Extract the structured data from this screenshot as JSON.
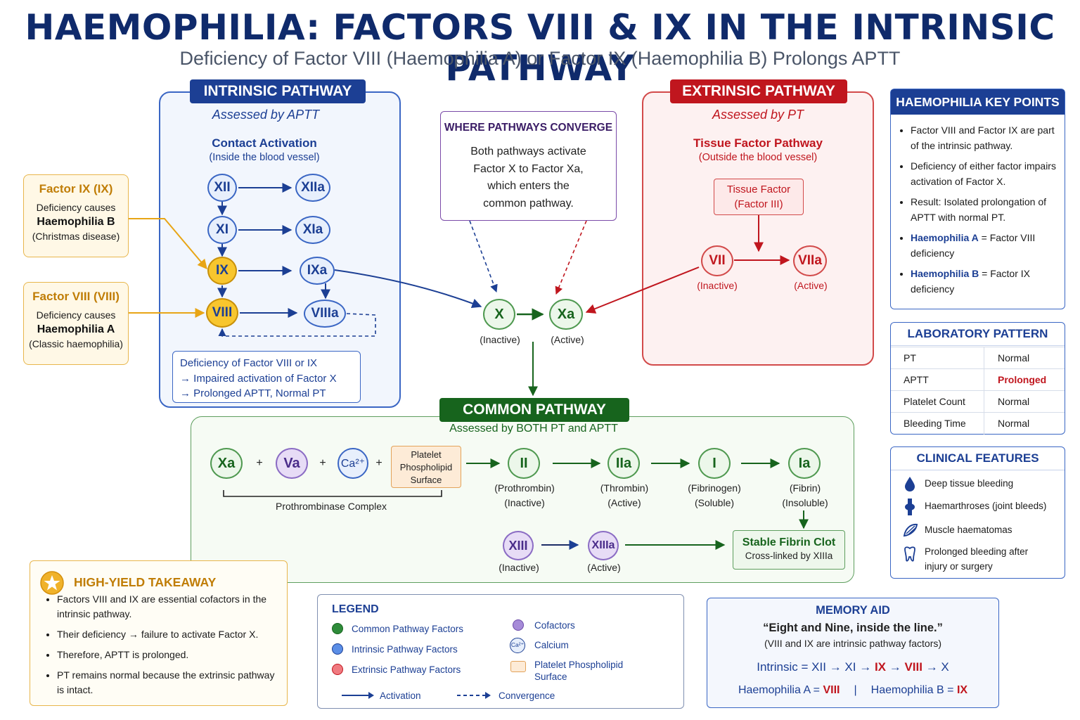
{
  "title": "HAEMOPHILIA: FACTORS VIII & IX IN THE INTRINSIC PATHWAY",
  "subtitle": "Deficiency of Factor VIII (Haemophilia A) or Factor IX (Haemophilia B) Prolongs APTT",
  "intrinsic": {
    "header": "INTRINSIC PATHWAY",
    "assessed": "Assessed by APTT",
    "section_title": "Contact Activation",
    "section_sub": "(Inside the blood vessel)",
    "nodes": [
      "XII",
      "XIIa",
      "XI",
      "XIa",
      "IX",
      "IXa",
      "VIII",
      "VIIIa"
    ],
    "deficiency_lines": [
      "Deficiency of Factor VIII or IX",
      "→ Impaired activation of Factor X",
      "→ Prolonged APTT, Normal PT"
    ]
  },
  "factor_ix_box": {
    "title": "Factor IX (IX)",
    "line1": "Deficiency causes",
    "line2": "Haemophilia B",
    "line3": "(Christmas disease)"
  },
  "factor_viii_box": {
    "title": "Factor VIII (VIII)",
    "line1": "Deficiency causes",
    "line2": "Haemophilia A",
    "line3": "(Classic haemophilia)"
  },
  "converge": {
    "title": "WHERE PATHWAYS CONVERGE",
    "lines": [
      "Both pathways activate",
      "Factor X to Factor Xa,",
      "which enters the",
      "common pathway."
    ]
  },
  "factor_x": {
    "inactive": "X",
    "active": "Xa",
    "inactive_label": "(Inactive)",
    "active_label": "(Active)"
  },
  "extrinsic": {
    "header": "EXTRINSIC PATHWAY",
    "assessed": "Assessed by PT",
    "section_title": "Tissue Factor Pathway",
    "section_sub": "(Outside the blood vessel)",
    "tissue_factor": [
      "Tissue Factor",
      "(Factor III)"
    ],
    "nodes": [
      "VII",
      "VIIa"
    ],
    "labels": [
      "(Inactive)",
      "(Active)"
    ]
  },
  "common": {
    "header": "COMMON PATHWAY",
    "assessed": "Assessed by BOTH PT and APTT",
    "complex_nodes": [
      "Xa",
      "Va",
      "Ca²⁺"
    ],
    "plus": "+",
    "platelet": [
      "Platelet",
      "Phospholipid",
      "Surface"
    ],
    "complex_label": "Prothrombinase Complex",
    "chain": [
      {
        "node": "II",
        "l1": "(Prothrombin)",
        "l2": "(Inactive)"
      },
      {
        "node": "IIa",
        "l1": "(Thrombin)",
        "l2": "(Active)"
      },
      {
        "node": "I",
        "l1": "(Fibrinogen)",
        "l2": "(Soluble)"
      },
      {
        "node": "Ia",
        "l1": "(Fibrin)",
        "l2": "(Insoluble)"
      }
    ],
    "xiii": {
      "inactive": "XIII",
      "active": "XIIIa",
      "inactive_label": "(Inactive)",
      "active_label": "(Active)"
    },
    "clot": {
      "title": "Stable Fibrin Clot",
      "sub": "Cross-linked by XIIIa"
    }
  },
  "key_points": {
    "header": "HAEMOPHILIA KEY POINTS",
    "items": [
      "Factor VIII and Factor IX are part of the intrinsic pathway.",
      "Deficiency of either factor impairs activation of Factor X.",
      "Result: Isolated prolongation of APTT with normal PT."
    ],
    "hA_label": "Haemophilia A",
    "hA_text": " = Factor VIII deficiency",
    "hB_label": "Haemophilia B",
    "hB_text": " = Factor IX deficiency"
  },
  "lab": {
    "header": "LABORATORY PATTERN",
    "rows": [
      {
        "test": "PT",
        "result": "Normal"
      },
      {
        "test": "APTT",
        "result": "Prolonged"
      },
      {
        "test": "Platelet Count",
        "result": "Normal"
      },
      {
        "test": "Bleeding Time",
        "result": "Normal"
      }
    ]
  },
  "clinical": {
    "header": "CLINICAL FEATURES",
    "items": [
      {
        "icon": "blood-drop-icon",
        "text": "Deep tissue bleeding"
      },
      {
        "icon": "knee-joint-icon",
        "text": "Haemarthroses (joint bleeds)"
      },
      {
        "icon": "muscle-icon",
        "text": "Muscle haematomas"
      },
      {
        "icon": "tooth-icon",
        "text": "Prolonged bleeding after injury or surgery"
      }
    ]
  },
  "takeaway": {
    "title": "HIGH-YIELD TAKEAWAY",
    "items": [
      "Factors VIII and IX are essential cofactors in the intrinsic pathway.",
      "Their deficiency → failure to activate Factor X.",
      "Therefore, APTT is prolonged.",
      "PT remains normal because the extrinsic pathway is intact."
    ]
  },
  "legend": {
    "title": "LEGEND",
    "common": "Common Pathway Factors",
    "intrinsic": "Intrinsic Pathway Factors",
    "extrinsic": "Extrinsic Pathway Factors",
    "cofactors": "Cofactors",
    "calcium": "Calcium",
    "calcium_symbol": "Ca²⁺",
    "platelet": "Platelet Phospholipid Surface",
    "activation": "Activation",
    "convergence": "Convergence"
  },
  "memory": {
    "title": "MEMORY AID",
    "quote": "“Eight and Nine, inside the line.”",
    "sub": "(VIII and IX are intrinsic pathway factors)",
    "f_intrinsic": "Intrinsic",
    "f_eq": " = ",
    "f_xii": "XII",
    "f_xi": "XI",
    "f_ix": "IX",
    "f_viii": "VIII",
    "f_x": "X",
    "arrow": " → ",
    "hA": "Haemophilia A = ",
    "hA_val": "VIII",
    "sep": "|",
    "hB": "Haemophilia B = ",
    "hB_val": "IX"
  },
  "colors": {
    "intrinsic": "#1c3f94",
    "extrinsic": "#c0161e",
    "common": "#17641d",
    "factor_highlight": "#f8c62e"
  }
}
